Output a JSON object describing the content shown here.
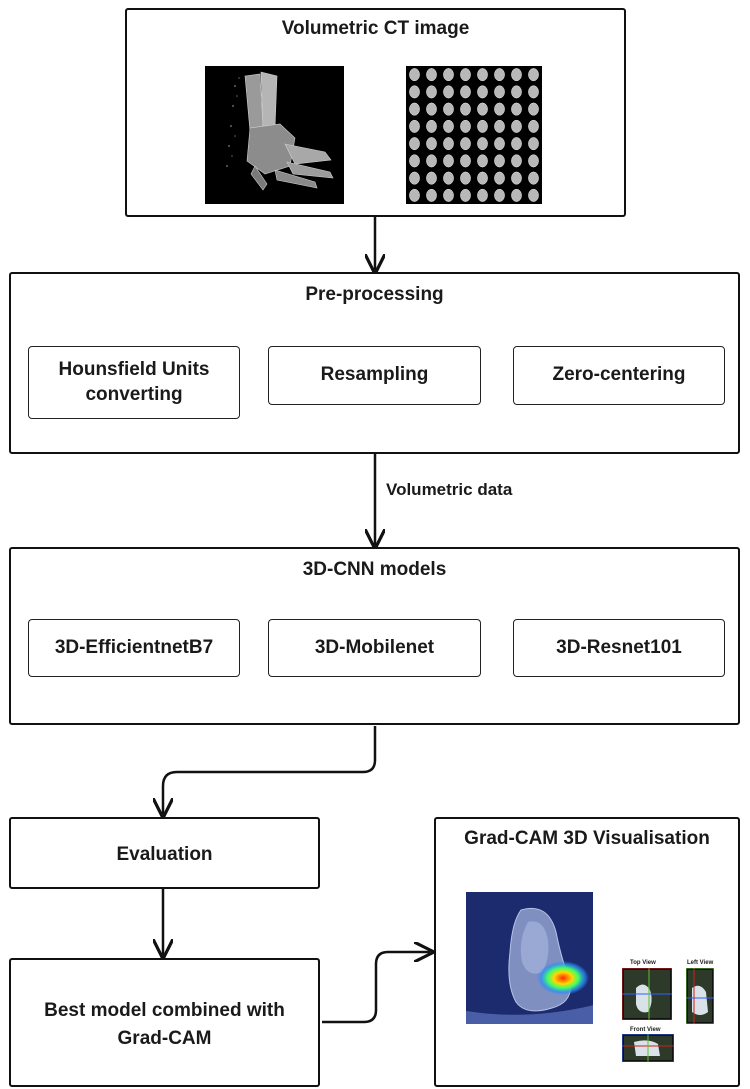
{
  "ct_box": {
    "title": "Volumetric CT image"
  },
  "preprocessing": {
    "title": "Pre-processing",
    "steps": [
      "Hounsfield Units converting",
      "Resampling",
      "Zero-centering"
    ]
  },
  "arrow_label": "Volumetric data",
  "models": {
    "title": "3D-CNN models",
    "items": [
      "3D-EfficientnetB7",
      "3D-Mobilenet",
      "3D-Resnet101"
    ]
  },
  "evaluation": {
    "label": "Evaluation"
  },
  "best_model": {
    "label_line1": "Best model combined with",
    "label_line2": "Grad-CAM"
  },
  "gradcam": {
    "title": "Grad-CAM 3D Visualisation",
    "views": {
      "top": "Top View",
      "left": "Left View",
      "front": "Front View"
    }
  },
  "colors": {
    "border": "#111111",
    "heatmap_bg": "#1c2a6e",
    "ct_bg": "#000000"
  }
}
